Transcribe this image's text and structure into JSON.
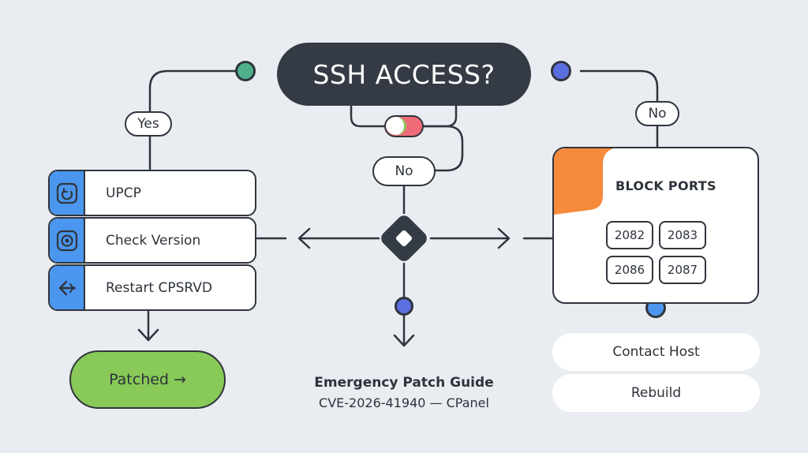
{
  "header": {
    "question": "SSH ACCESS?"
  },
  "branches": {
    "yes_label": "Yes",
    "no_center_label": "No",
    "no_right_label": "No"
  },
  "steps": [
    {
      "label": "UPCP",
      "icon": "refresh-icon"
    },
    {
      "label": "Check Version",
      "icon": "target-icon"
    },
    {
      "label": "Restart CPSRVD",
      "icon": "restart-arrow-icon"
    }
  ],
  "result": {
    "label": "Patched",
    "arrow": "→"
  },
  "block_ports": {
    "title": "BLOCK PORTS",
    "ports": [
      "2082",
      "2083",
      "2086",
      "2087"
    ]
  },
  "options": [
    "Contact Host",
    "Rebuild"
  ],
  "caption": {
    "title": "Emergency Patch Guide",
    "subtitle": "CVE-2026-41940 — CPanel"
  },
  "colors": {
    "background": "#e9edf2",
    "dark": "#353b45",
    "blue": "#4b96ef",
    "green": "#88c957",
    "orange": "#f58a3c",
    "teal_dot": "#4db08a",
    "indigo_dot": "#5b6fe0",
    "toggle_red": "#ee6b77"
  }
}
